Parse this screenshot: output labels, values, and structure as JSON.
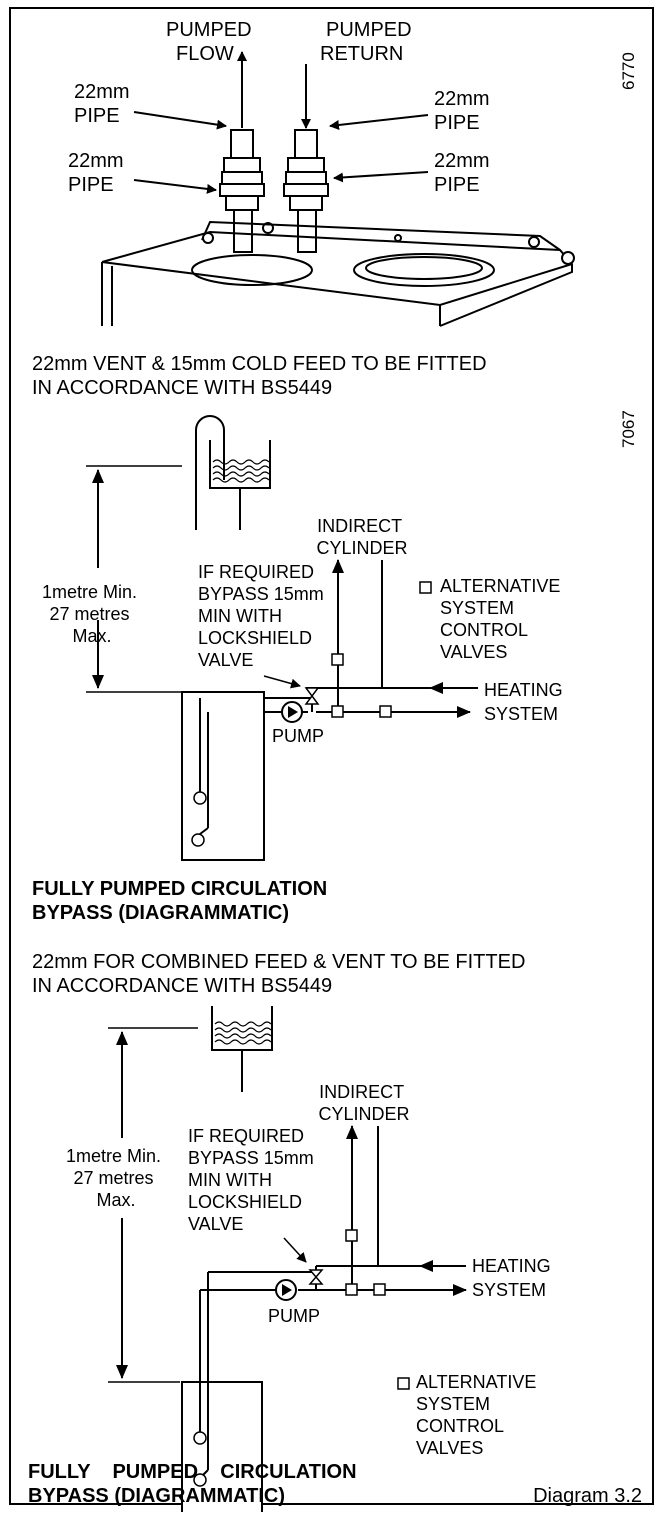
{
  "top": {
    "flow_label": [
      "PUMPED",
      "FLOW"
    ],
    "return_label": [
      "PUMPED",
      "RETURN"
    ],
    "pipe_label_1": [
      "22mm",
      "PIPE"
    ],
    "pipe_label_2": [
      "22mm",
      "PIPE"
    ],
    "pipe_label_3": [
      "22mm",
      "PIPE"
    ],
    "pipe_label_4": [
      "22mm",
      "PIPE"
    ],
    "code": "6770"
  },
  "mid": {
    "note": [
      "22mm VENT & 15mm COLD FEED TO BE FITTED",
      "IN ACCORDANCE WITH BS5449"
    ],
    "code": "7067",
    "height_label": [
      "1metre Min.",
      "27 metres",
      "Max."
    ],
    "bypass_label": [
      "IF REQUIRED",
      "BYPASS 15mm",
      "MIN WITH",
      "LOCKSHIELD",
      "VALVE"
    ],
    "cylinder_label": [
      "INDIRECT",
      "CYLINDER"
    ],
    "legend_label": [
      "ALTERNATIVE",
      "SYSTEM",
      "CONTROL",
      "VALVES"
    ],
    "heating_label": [
      "HEATING",
      "SYSTEM"
    ],
    "pump_label": "PUMP",
    "heading": [
      "FULLY  PUMPED  CIRCULATION",
      "BYPASS (DIAGRAMMATIC)"
    ]
  },
  "bottom": {
    "note": [
      "22mm FOR COMBINED FEED & VENT TO BE FITTED",
      "IN ACCORDANCE WITH BS5449"
    ],
    "height_label": [
      "1metre Min.",
      "27 metres",
      "Max."
    ],
    "bypass_label": [
      "IF REQUIRED",
      "BYPASS 15mm",
      "MIN WITH",
      "LOCKSHIELD",
      "VALVE"
    ],
    "cylinder_label": [
      "INDIRECT",
      "CYLINDER"
    ],
    "legend_label": [
      "ALTERNATIVE",
      "SYSTEM",
      "CONTROL",
      "VALVES"
    ],
    "heating_label": [
      "HEATING",
      "SYSTEM"
    ],
    "pump_label": "PUMP",
    "heading": [
      "FULLY    PUMPED    CIRCULATION",
      "BYPASS (DIAGRAMMATIC)"
    ],
    "diagram_ref": "Diagram 3.2"
  }
}
